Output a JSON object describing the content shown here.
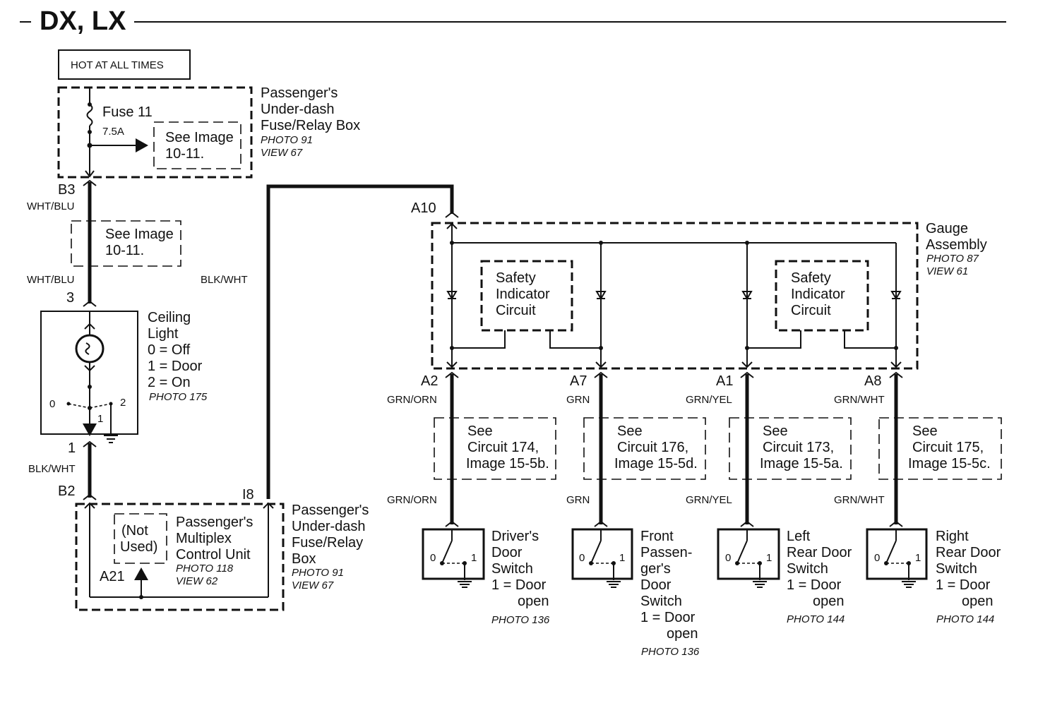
{
  "title": "DX, LX",
  "hot_label": "HOT AT ALL TIMES",
  "fuse_box_top": {
    "lines": [
      "Passenger's",
      "Under-dash",
      "Fuse/Relay Box"
    ],
    "photo": "PHOTO 91",
    "view": "VIEW 67",
    "fuse_name": "Fuse 11",
    "fuse_rating": "7.5A",
    "see_image": [
      "See Image",
      "10-11."
    ]
  },
  "connectors": {
    "b3": "B3",
    "pin3": "3",
    "pin1": "1",
    "b2": "B2",
    "i8": "I8",
    "a21": "A21",
    "a10": "A10",
    "a2": "A2",
    "a7": "A7",
    "a1": "A1",
    "a8": "A8"
  },
  "wires": {
    "wht_blu": "WHT/BLU",
    "blk_wht": "BLK/WHT",
    "grn_orn": "GRN/ORN",
    "grn": "GRN",
    "grn_yel": "GRN/YEL",
    "grn_wht": "GRN/WHT"
  },
  "see_image_mid": [
    "See Image",
    "10-11."
  ],
  "ceiling_light": {
    "lines": [
      "Ceiling",
      "Light",
      "0 = Off",
      "1 = Door",
      "2 = On"
    ],
    "photo": "PHOTO 175",
    "pos0": "0",
    "pos1": "1",
    "pos2": "2"
  },
  "mcu_box": {
    "not_used": [
      "(Not",
      "Used)"
    ],
    "mcu": [
      "Passenger's",
      "Multiplex",
      "Control Unit"
    ],
    "mcu_photo": "PHOTO 118",
    "mcu_view": "VIEW 62",
    "box_lines": [
      "Passenger's",
      "Under-dash",
      "Fuse/Relay",
      "Box"
    ],
    "box_photo": "PHOTO 91",
    "box_view": "VIEW 67"
  },
  "gauge": {
    "lines": [
      "Gauge",
      "Assembly"
    ],
    "photo": "PHOTO 87",
    "view": "VIEW 61",
    "safety": [
      "Safety",
      "Indicator",
      "Circuit"
    ]
  },
  "circuits": [
    [
      "See",
      "Circuit 174,",
      "Image 15-5b."
    ],
    [
      "See",
      "Circuit 176,",
      "Image 15-5d."
    ],
    [
      "See",
      "Circuit 173,",
      "Image 15-5a."
    ],
    [
      "See",
      "Circuit 175,",
      "Image 15-5c."
    ]
  ],
  "switches": [
    {
      "lines": [
        "Driver's",
        "Door",
        "Switch",
        "1 = Door",
        "open"
      ],
      "photo": "PHOTO 136"
    },
    {
      "lines": [
        "Front",
        "Passen-",
        "ger's",
        "Door",
        "Switch",
        "1 = Door",
        "open"
      ],
      "photo": "PHOTO 136"
    },
    {
      "lines": [
        "Left",
        "Rear Door",
        "Switch",
        "1 = Door",
        "open"
      ],
      "photo": "PHOTO 144"
    },
    {
      "lines": [
        "Right",
        "Rear Door",
        "Switch",
        "1 = Door",
        "open"
      ],
      "photo": "PHOTO 144"
    }
  ],
  "switch_pos0": "0",
  "switch_pos1": "1"
}
